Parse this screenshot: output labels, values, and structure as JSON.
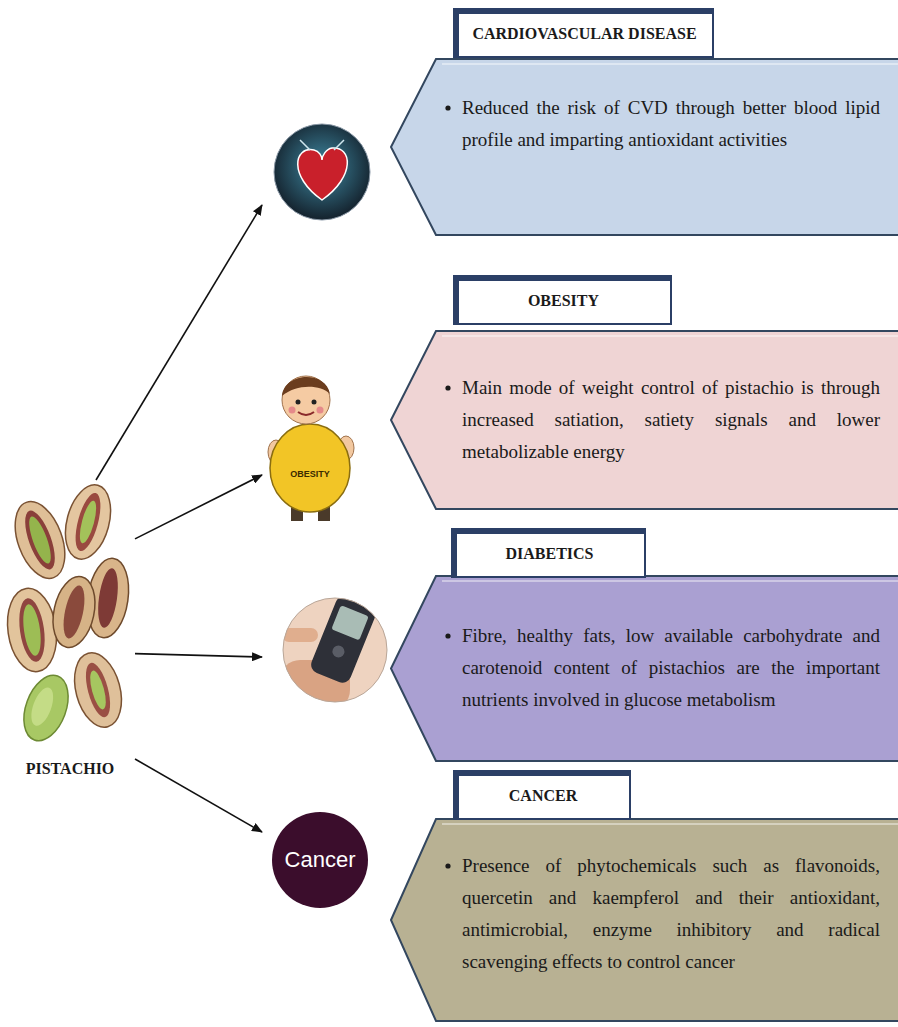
{
  "diagram": {
    "nodes": [
      {
        "text": [
          "PISTACHIO"
        ]
      },
      {
        "text": [
          "CARDIOVASCULAR DISEASE",
          "Reduced the risk of CVD through better blood lipid profile and imparting antioxidant activities"
        ]
      },
      {
        "text": [
          "OBESITY",
          "Main mode of weight control of pistachio is through increased satiation, satiety signals and lower metabolizable energy",
          "OBESITY"
        ]
      },
      {
        "text": [
          "DIABETICS",
          "Fibre, healthy fats, low available carbohydrate and carotenoid content of pistachios are the important nutrients involved in glucose metabolism"
        ]
      },
      {
        "text": [
          "CANCER",
          "Presence of phytochemicals such as flavonoids, quercetin and kaempferol and their antioxidant, antimicrobial, enzyme inhibitory and radical scavenging effects to control cancer",
          "Cancer"
        ]
      }
    ],
    "edges": [
      {
        "from": 0,
        "to": 1,
        "arrow": "to"
      },
      {
        "from": 0,
        "to": 2,
        "arrow": "to"
      },
      {
        "from": 0,
        "to": 3,
        "arrow": "to"
      },
      {
        "from": 0,
        "to": 4,
        "arrow": "to"
      }
    ]
  }
}
